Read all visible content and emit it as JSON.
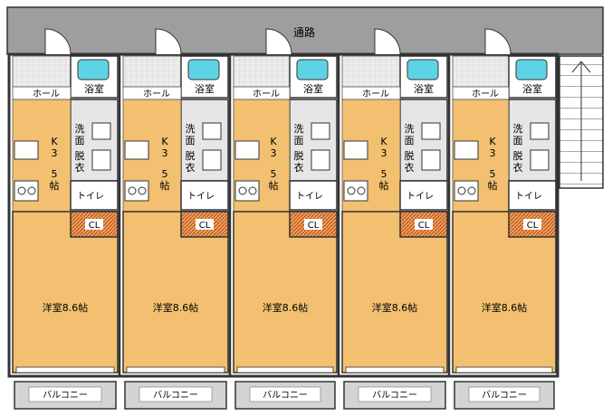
{
  "plan": {
    "corridor_label": "通路",
    "units": [
      {
        "bath": "浴室",
        "hall": "ホール",
        "washroom": "洗面脱衣",
        "kitchen": "K3.5帖",
        "toilet": "トイレ",
        "closet": "CL",
        "room": "洋室8.6帖",
        "balcony": "バルコニー"
      },
      {
        "bath": "浴室",
        "hall": "ホール",
        "washroom": "洗面脱衣",
        "kitchen": "K3.5帖",
        "toilet": "トイレ",
        "closet": "CL",
        "room": "洋室8.6帖",
        "balcony": "バルコニー"
      },
      {
        "bath": "浴室",
        "hall": "ホール",
        "washroom": "洗面脱衣",
        "kitchen": "K3.5帖",
        "toilet": "トイレ",
        "closet": "CL",
        "room": "洋室8.6帖",
        "balcony": "バルコニー"
      },
      {
        "bath": "浴室",
        "hall": "ホール",
        "washroom": "洗面脱衣",
        "kitchen": "K3.5帖",
        "toilet": "トイレ",
        "closet": "CL",
        "room": "洋室8.6帖",
        "balcony": "バルコニー"
      },
      {
        "bath": "浴室",
        "hall": "ホール",
        "washroom": "洗面脱衣",
        "kitchen": "K3.5帖",
        "toilet": "トイレ",
        "closet": "CL",
        "room": "洋室8.6帖",
        "balcony": "バルコニー"
      }
    ],
    "colors": {
      "corridor": "#9e9e9e",
      "wall": "#333333",
      "floor_wood": "#f2c070",
      "floor_tile": "#e6e6e6",
      "bathtub": "#5fd3e6",
      "closet_hatch": "#c85a1e",
      "balcony": "#d4d4d4"
    }
  }
}
